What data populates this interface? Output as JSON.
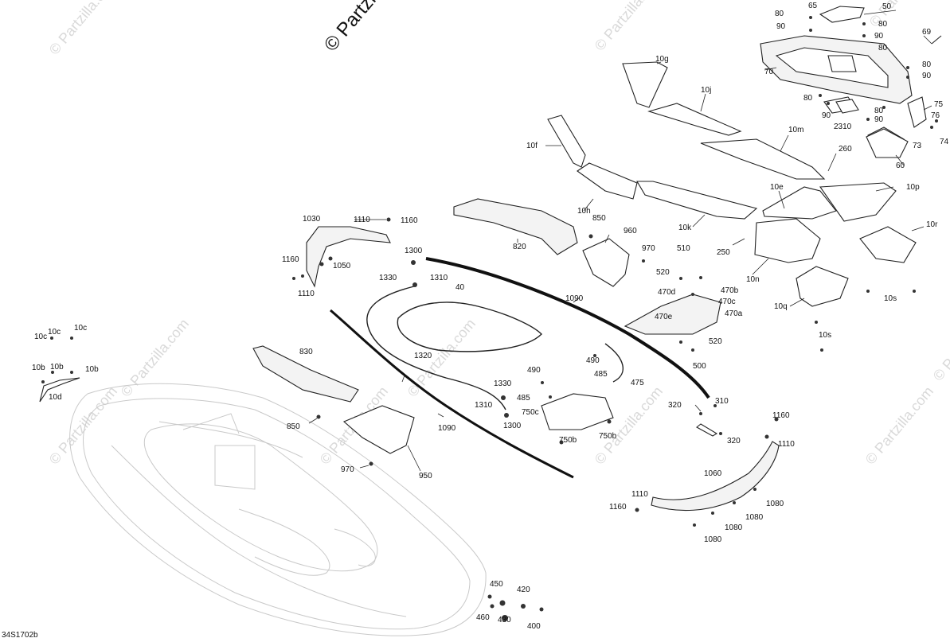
{
  "diagram": {
    "watermark_main": "© Partzilla.com",
    "watermark_small": "© Partzilla.com",
    "figure_code": "34S1702b"
  },
  "callouts": {
    "c10b": "10b",
    "c10c": "10c",
    "c10d": "10d",
    "c10e": "10e",
    "c10f": "10f",
    "c10g": "10g",
    "c10h": "10h",
    "c10j": "10j",
    "c10k": "10k",
    "c10m": "10m",
    "c10n": "10n",
    "c10p": "10p",
    "c10q": "10q",
    "c10r": "10r",
    "c10s": "10s",
    "c40": "40",
    "c50": "50",
    "c60": "60",
    "c65": "65",
    "c69": "69",
    "c70": "70",
    "c73": "73",
    "c74": "74",
    "c75": "75",
    "c76": "76",
    "c80": "80",
    "c90": "90",
    "c250": "250",
    "c260": "260",
    "c310": "310",
    "c320": "320",
    "c400": "400",
    "c420": "420",
    "c430": "430",
    "c450": "450",
    "c460": "460",
    "c470a": "470a",
    "c470b": "470b",
    "c470c": "470c",
    "c470d": "470d",
    "c470e": "470e",
    "c475": "475",
    "c485": "485",
    "c490": "490",
    "c500": "500",
    "c510": "510",
    "c520": "520",
    "c750b": "750b",
    "c750c": "750c",
    "c820": "820",
    "c830": "830",
    "c850": "850",
    "c950": "950",
    "c960": "960",
    "c970": "970",
    "c1030": "1030",
    "c1050": "1050",
    "c1060": "1060",
    "c1080": "1080",
    "c1090": "1090",
    "c1110": "1110",
    "c1160": "1160",
    "c1300": "1300",
    "c1310": "1310",
    "c1320": "1320",
    "c1330": "1330",
    "c2310": "2310"
  },
  "colors": {
    "ink": "#111111",
    "watermark": "#d9d9d9",
    "hull": "#c9c9c9"
  }
}
